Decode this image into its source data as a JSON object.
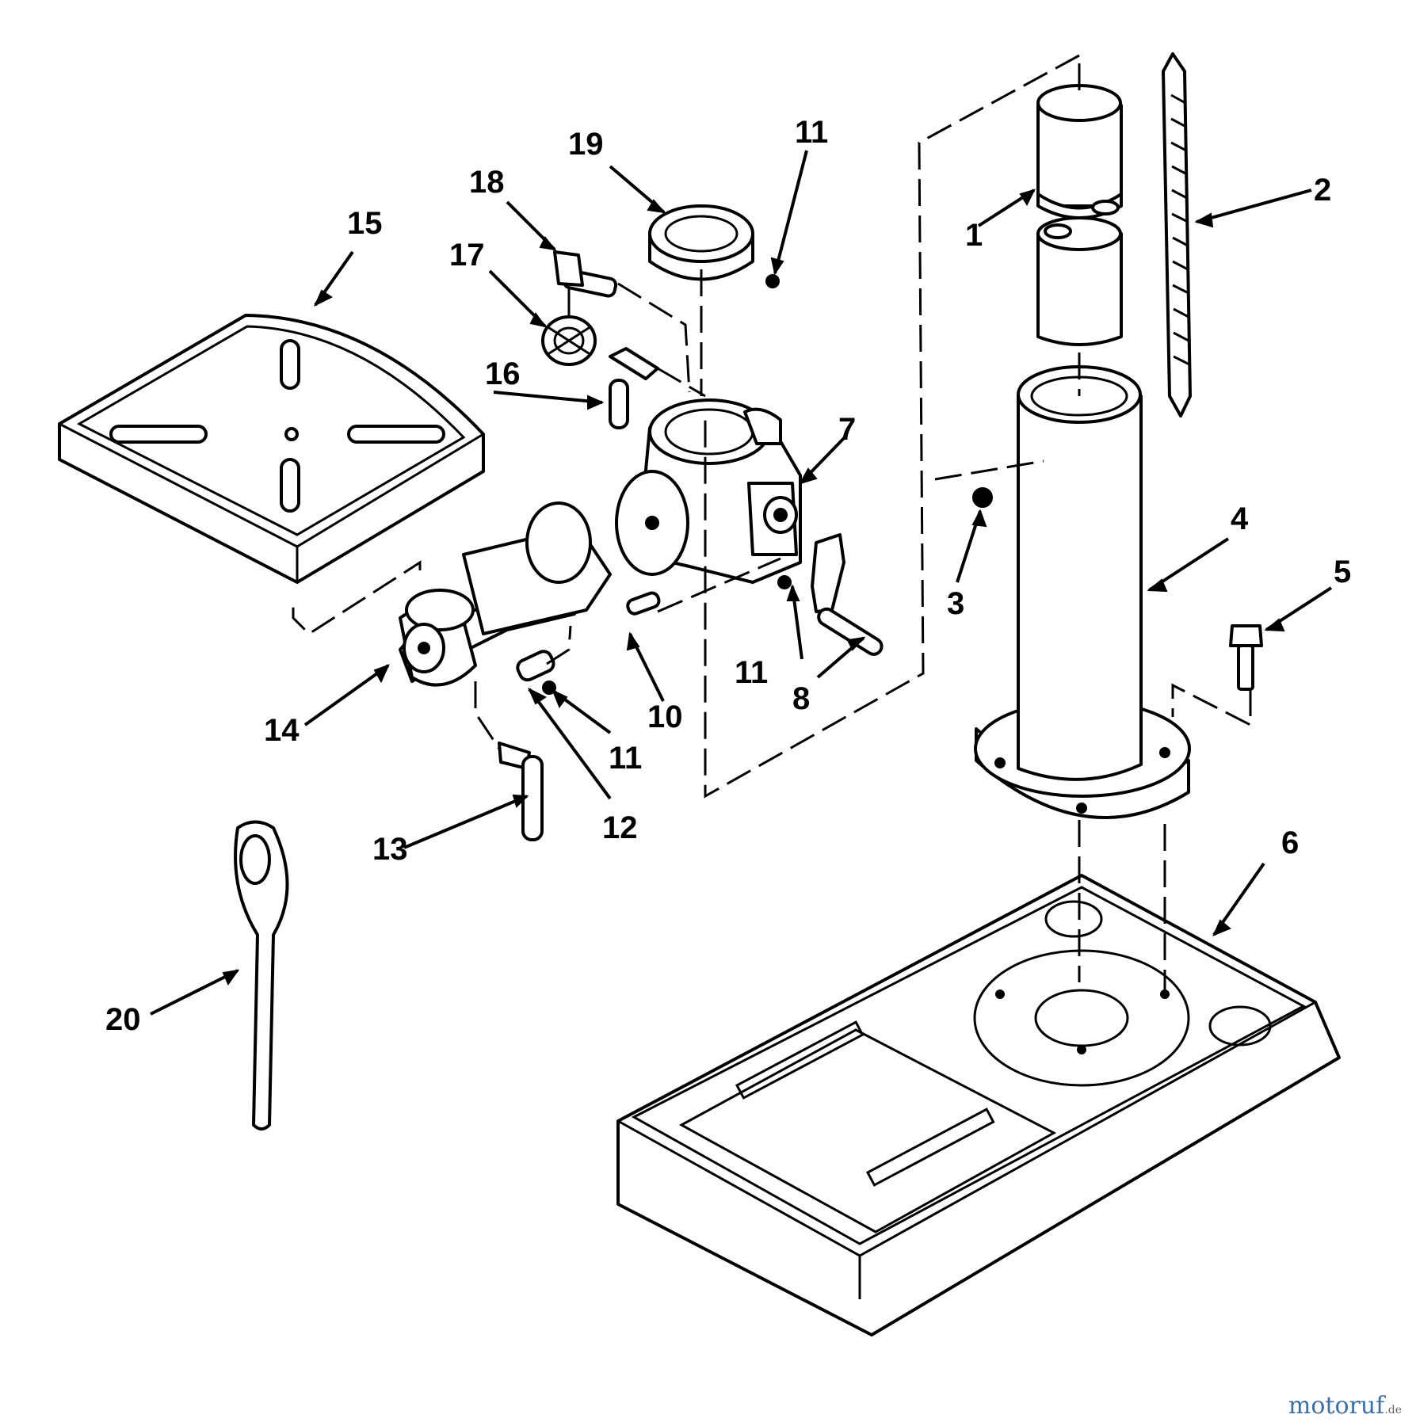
{
  "callouts": [
    {
      "id": "1",
      "label": "1"
    },
    {
      "id": "2",
      "label": "2"
    },
    {
      "id": "3",
      "label": "3"
    },
    {
      "id": "4",
      "label": "4"
    },
    {
      "id": "5",
      "label": "5"
    },
    {
      "id": "6",
      "label": "6"
    },
    {
      "id": "7",
      "label": "7"
    },
    {
      "id": "8",
      "label": "8"
    },
    {
      "id": "10",
      "label": "10"
    },
    {
      "id": "11a",
      "label": "11"
    },
    {
      "id": "11b",
      "label": "11"
    },
    {
      "id": "11c",
      "label": "11"
    },
    {
      "id": "12",
      "label": "12"
    },
    {
      "id": "13",
      "label": "13"
    },
    {
      "id": "14",
      "label": "14"
    },
    {
      "id": "15",
      "label": "15"
    },
    {
      "id": "16",
      "label": "16"
    },
    {
      "id": "17",
      "label": "17"
    },
    {
      "id": "18",
      "label": "18"
    },
    {
      "id": "19",
      "label": "19"
    },
    {
      "id": "20",
      "label": "20"
    }
  ],
  "watermark": {
    "brand": "motoruf",
    "suffix": ".de"
  }
}
